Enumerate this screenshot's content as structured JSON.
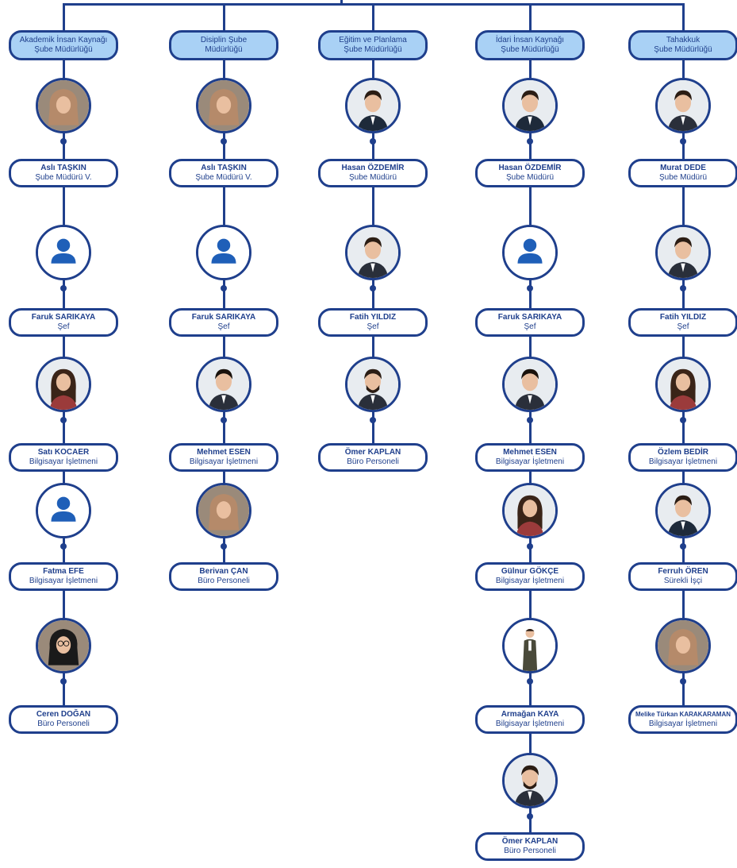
{
  "colors": {
    "line": "#1f3f8c",
    "header_fill": "#a9d1f5",
    "text": "#1f3f8c",
    "placeholder_icon": "#1f5fb8"
  },
  "columns": [
    {
      "header": {
        "line1": "Akademik İnsan Kaynağı",
        "line2": "Şube Müdürlüğü"
      },
      "people": [
        {
          "name": "Aslı TAŞKIN",
          "title": "Şube Müdürü V.",
          "photo": "woman-headscarf-photo"
        },
        {
          "name": "Faruk SARIKAYA",
          "title": "Şef",
          "photo": "placeholder-user-icon"
        },
        {
          "name": "Satı KOCAER",
          "title": "Bilgisayar İşletmeni",
          "photo": "woman-photo"
        },
        {
          "name": "Fatma EFE",
          "title": "Bilgisayar İşletmeni",
          "photo": "placeholder-user-icon"
        },
        {
          "name": "Ceren DOĞAN",
          "title": "Büro Personeli",
          "photo": "woman-headscarf-glasses-photo"
        }
      ]
    },
    {
      "header": {
        "line1": "Disiplin Şube",
        "line2": "Müdürlüğü"
      },
      "people": [
        {
          "name": "Aslı TAŞKIN",
          "title": "Şube Müdürü V.",
          "photo": "woman-headscarf-photo"
        },
        {
          "name": "Faruk SARIKAYA",
          "title": "Şef",
          "photo": "placeholder-user-icon"
        },
        {
          "name": "Mehmet ESEN",
          "title": "Bilgisayar İşletmeni",
          "photo": "young-man-photo"
        },
        {
          "name": "Berivan ÇAN",
          "title": "Büro Personeli",
          "photo": "woman-headscarf-photo"
        }
      ]
    },
    {
      "header": {
        "line1": "Eğitim ve Planlama",
        "line2": "Şube Müdürlüğü"
      },
      "people": [
        {
          "name": "Hasan ÖZDEMİR",
          "title": "Şube Müdürü",
          "photo": "man-suit-photo"
        },
        {
          "name": "Fatih YILDIZ",
          "title": "Şef",
          "photo": "man-photo"
        },
        {
          "name": "Ömer KAPLAN",
          "title": "Büro Personeli",
          "photo": "man-beard-photo"
        }
      ]
    },
    {
      "header": {
        "line1": "İdari İnsan Kaynağı",
        "line2": "Şube Müdürlüğü"
      },
      "people": [
        {
          "name": "Hasan ÖZDEMİR",
          "title": "Şube Müdürü",
          "photo": "man-suit-photo"
        },
        {
          "name": "Faruk SARIKAYA",
          "title": "Şef",
          "photo": "placeholder-user-icon"
        },
        {
          "name": "Mehmet ESEN",
          "title": "Bilgisayar İşletmeni",
          "photo": "young-man-photo"
        },
        {
          "name": "Gülnur GÖKÇE",
          "title": "Bilgisayar İşletmeni",
          "photo": "woman-photo"
        },
        {
          "name": "Armağan KAYA",
          "title": "Bilgisayar İşletmeni",
          "photo": "man-standing-photo"
        },
        {
          "name": "Ömer KAPLAN",
          "title": "Büro Personeli",
          "photo": "man-beard-photo"
        }
      ]
    },
    {
      "header": {
        "line1": "Tahakkuk",
        "line2": "Şube Müdürlüğü"
      },
      "people": [
        {
          "name": "Murat DEDE",
          "title": "Şube Müdürü",
          "photo": "man-photo"
        },
        {
          "name": "Fatih YILDIZ",
          "title": "Şef",
          "photo": "man-photo"
        },
        {
          "name": "Özlem BEDİR",
          "title": "Bilgisayar İşletmeni",
          "photo": "woman-photo"
        },
        {
          "name": "Ferruh ÖREN",
          "title": "Sürekli İşçi",
          "photo": "man-suit-photo"
        },
        {
          "name": "Melike Türkan KARAKARAMAN",
          "title": "Bilgisayar İşletmeni",
          "photo": "woman-headscarf-photo"
        }
      ]
    }
  ]
}
